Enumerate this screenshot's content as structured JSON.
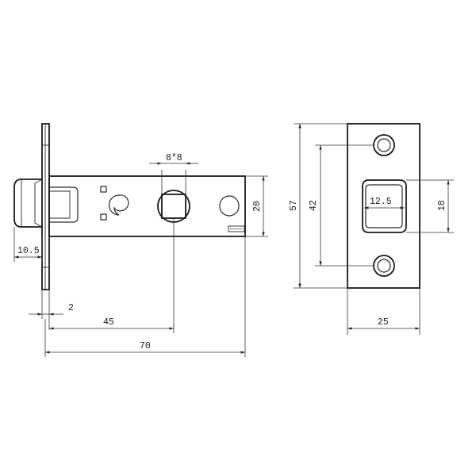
{
  "dimensions": {
    "square": "8*8",
    "latch_thickness": "10.5",
    "faceplate_offset": "2",
    "backset": "45",
    "overall_length": "70",
    "body_height": "20",
    "plate_height": "57",
    "hole_spacing": "42",
    "window_width": "12.5",
    "window_height": "18",
    "plate_width": "25"
  },
  "colors": {
    "line": "#2a2a2a",
    "background": "#ffffff"
  }
}
